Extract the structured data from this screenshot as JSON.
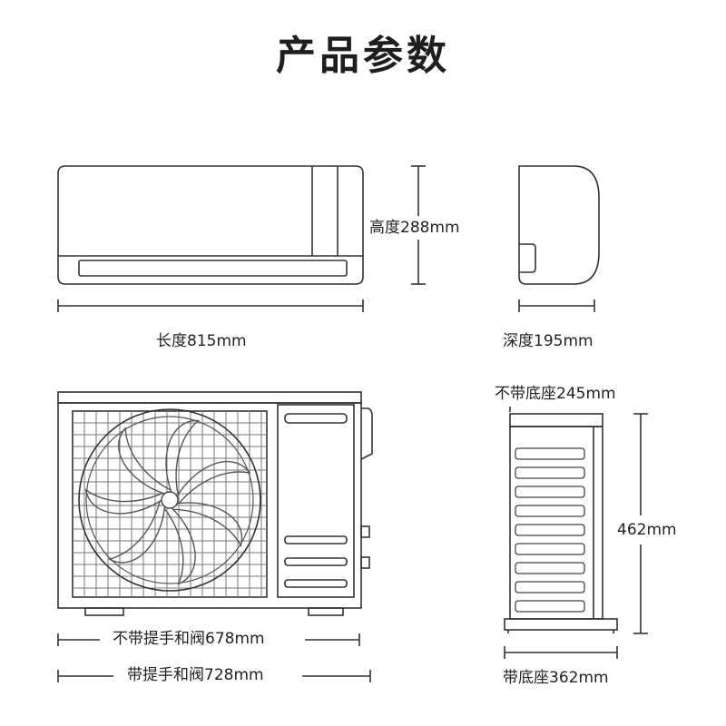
{
  "page": {
    "title": "产品参数"
  },
  "indoor_unit": {
    "height_label": "高度288mm",
    "length_label": "长度815mm",
    "depth_label": "深度195mm"
  },
  "outdoor_unit": {
    "width_no_handle_label": "不带提手和阀678mm",
    "width_with_handle_label": "带提手和阀728mm",
    "depth_no_base_label": "不带底座245mm",
    "height_label": "462mm",
    "depth_with_base_label": "带底座362mm"
  },
  "colors": {
    "line": "#333333",
    "text": "#222222",
    "background": "#ffffff"
  }
}
